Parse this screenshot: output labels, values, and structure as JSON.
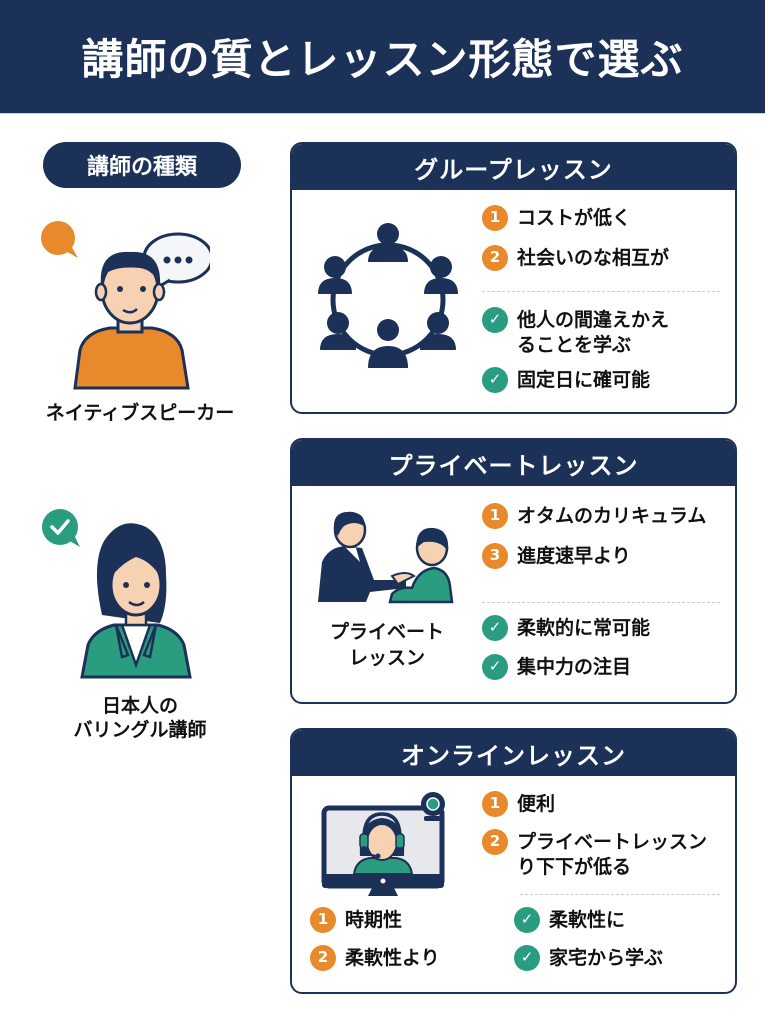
{
  "header": {
    "title": "講師の質とレッスン形態で選ぶ"
  },
  "colors": {
    "navy": "#1b3157",
    "orange": "#e8892b",
    "green": "#2a9d80",
    "skin": "#f6d2b3"
  },
  "left": {
    "pill_label": "講師の種類",
    "teachers": [
      {
        "label": "ネイティブスピーカー",
        "icon": "speech-bubble-icon"
      },
      {
        "label_line1": "日本人の",
        "label_line2": "バリングル講師",
        "icon": "check-bubble-icon"
      }
    ]
  },
  "cards": [
    {
      "title": "グループレッスン",
      "icon": "group-circle-icon",
      "numbered": [
        {
          "num": "1",
          "text": "コストが低く"
        },
        {
          "num": "2",
          "text": "社会いのな相互が"
        }
      ],
      "checks": [
        {
          "line1": "他人の間違えかえ",
          "line2": "ることを学ぶ"
        },
        {
          "line1": "固定日に確可能"
        }
      ]
    },
    {
      "title": "プライベートレッスン",
      "icon": "one-on-one-icon",
      "sublabel_line1": "プライベート",
      "sublabel_line2": "レッスン",
      "numbered": [
        {
          "num": "1",
          "text": "オタムのカリキュラム"
        },
        {
          "num": "3",
          "text": "進度速早より"
        }
      ],
      "checks": [
        {
          "line1": "柔軟的に常可能"
        },
        {
          "line1": "集中力の注目"
        }
      ]
    },
    {
      "title": "オンラインレッスン",
      "icon": "online-monitor-icon",
      "numbered": [
        {
          "num": "1",
          "text": "便利"
        },
        {
          "num": "2",
          "line1": "プライベートレッスン",
          "line2": "り下下が低る"
        }
      ],
      "bottom_numbered": [
        {
          "num": "1",
          "text": "時期性"
        },
        {
          "num": "2",
          "text": "柔軟性より"
        }
      ],
      "checks": [
        {
          "line1": "柔軟性に"
        },
        {
          "line1": "家宅から学ぶ"
        }
      ]
    }
  ]
}
